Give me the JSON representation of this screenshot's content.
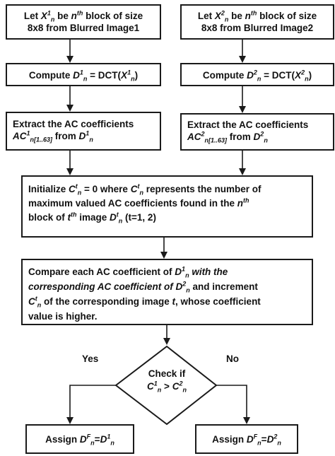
{
  "nodes": {
    "block1": {
      "l1_a": "Let ",
      "l1_var": "X",
      "l1_sup": "1",
      "l1_sub": "n",
      "l1_b": " be ",
      "l1_n": "n",
      "l1_th": "th",
      "l1_c": " block of size",
      "l2": "8x8 from Blurred Image1"
    },
    "block2": {
      "l1_a": "Let ",
      "l1_var": "X",
      "l1_sup": "2",
      "l1_sub": "n",
      "l1_b": " be ",
      "l1_n": "n",
      "l1_th": "th",
      "l1_c": " block of size",
      "l2": "8x8 from Blurred Image2"
    },
    "compute1": {
      "a": "Compute ",
      "var": "D",
      "sup": "1",
      "sub": "n",
      "b": " = DCT(",
      "x": "X",
      "xsup": "1",
      "xsub": "n",
      "c": ")"
    },
    "compute2": {
      "a": "Compute ",
      "var": "D",
      "sup": "2",
      "sub": "n",
      "b": " = DCT(",
      "x": "X",
      "xsup": "2",
      "xsub": "n",
      "c": ")"
    },
    "extract1": {
      "l1": "Extract the AC coefficients",
      "ac": "AC",
      "sup": "1",
      "sub": "n[1..63]",
      "b": " from ",
      "d": "D",
      "dsup": "1",
      "dsub": "n"
    },
    "extract2": {
      "l1": "Extract the AC coefficients",
      "ac": "AC",
      "sup": "2",
      "sub": "n[1..63]",
      "b": " from ",
      "d": "D",
      "dsup": "2",
      "dsub": "n"
    },
    "init": {
      "a": "Initialize ",
      "c": "C",
      "csup": "t",
      "csub": "n",
      "b": " = 0 where ",
      "c2": "C",
      "c2sup": "t",
      "c2sub": "n",
      "d": " represents the number of",
      "l2": "maximum valued AC coefficients found in the ",
      "n": "n",
      "nsup": "th",
      "l3a": "block of ",
      "t": "t",
      "tsup": "th",
      "l3b": " image ",
      "dd": "D",
      "ddsup": "t",
      "ddsub": "n",
      "l3c": " (t=1, 2)"
    },
    "compare": {
      "a": "Compare each AC coefficient of ",
      "d1": "D",
      "d1sup": "1",
      "d1sub": "n",
      "b": " with the",
      "l2a": "corresponding AC coefficient of ",
      "d2": "D",
      "d2sup": "2",
      "d2sub": "n",
      "l2b": " and increment",
      "c": "C",
      "csup": "t",
      "csub": "n",
      "l3": " of the corresponding image ",
      "t": "t",
      "l3b": ", whose coefficient",
      "l4": "value is higher."
    },
    "decision": {
      "l1": "Check if",
      "c1": "C",
      "c1sup": "1",
      "c1sub": "n",
      "op": " > ",
      "c2": "C",
      "c2sup": "2",
      "c2sub": "n"
    },
    "assign1": {
      "a": "Assign ",
      "d": "D",
      "dsup": "F",
      "dsub": "n",
      "eq": "=",
      "d2": "D",
      "d2sup": "1",
      "d2sub": "n"
    },
    "assign2": {
      "a": "Assign ",
      "d": "D",
      "dsup": "F",
      "dsub": "n",
      "eq": "=",
      "d2": "D",
      "d2sup": "2",
      "d2sub": "n"
    }
  },
  "edge_labels": {
    "yes": "Yes",
    "no": "No"
  },
  "colors": {
    "stroke": "#1a1a1a",
    "text": "#111111",
    "background": "#ffffff"
  }
}
